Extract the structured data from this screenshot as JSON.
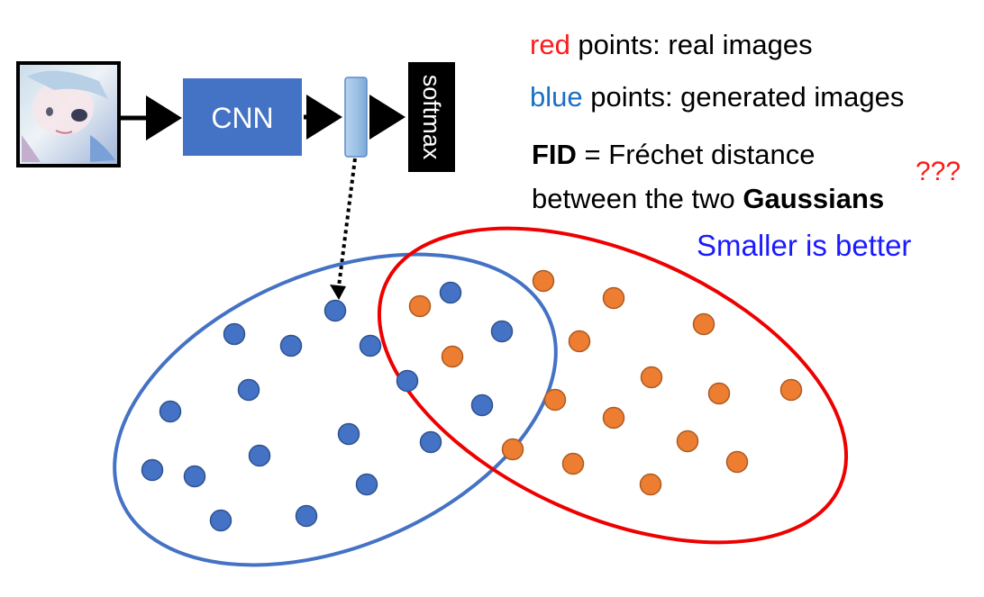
{
  "labels": {
    "cnn": "CNN",
    "softmax": "softmax"
  },
  "legend": {
    "red_word": "red",
    "red_rest": " points: real images",
    "blue_word": "blue",
    "blue_rest": " points: generated images"
  },
  "fid": {
    "term": "FID",
    "definition_1": " = Fréchet distance",
    "definition_2": "between the two ",
    "gaussians": "Gaussians"
  },
  "note": "Smaller is better",
  "question_marks": "???",
  "colors": {
    "blue_point": "#4472c4",
    "orange_point": "#ed7d31",
    "blue_ellipse": "#4472c4",
    "red_ellipse": "#ee0000",
    "cnn_box": "#4472c4",
    "feature_bar": "#9dc3e6",
    "softmax_box": "#000000",
    "red_text": "#ff1a1a",
    "blue_text": "#1a6fc4",
    "note_text": "#1a1aff"
  },
  "icons": {
    "input_image": "anime-face-thumbnail"
  }
}
